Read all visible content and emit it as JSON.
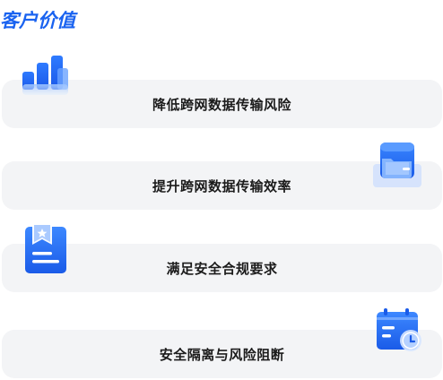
{
  "header": {
    "title": "客户价值"
  },
  "cards": [
    {
      "label": "降低跨网数据传输风险",
      "icon": "bar-chart-icon"
    },
    {
      "label": "提升跨网数据传输效率",
      "icon": "folder-icon"
    },
    {
      "label": "满足安全合规要求",
      "icon": "bookmark-document-icon"
    },
    {
      "label": "安全隔离与风险阻断",
      "icon": "calendar-clock-icon"
    }
  ],
  "colors": {
    "accent": "#1a63f0",
    "card_bg": "#f3f4f6",
    "text": "#1b1b1b"
  }
}
